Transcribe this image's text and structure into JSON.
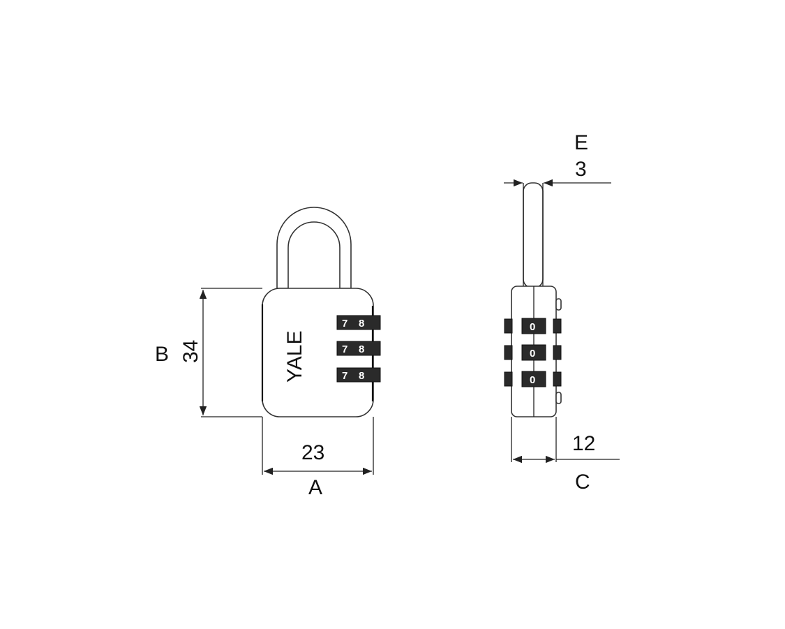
{
  "front_view": {
    "brand": "YALE",
    "wheel_digits": [
      [
        "7",
        "8"
      ],
      [
        "7",
        "8"
      ],
      [
        "7",
        "8"
      ]
    ],
    "dim_height": {
      "letter": "B",
      "value": "34"
    },
    "dim_width": {
      "letter": "A",
      "value": "23"
    }
  },
  "side_view": {
    "wheel_digits": [
      "0",
      "0",
      "0"
    ],
    "dim_shackle": {
      "letter": "E",
      "value": "3"
    },
    "dim_depth": {
      "letter": "C",
      "value": "12"
    }
  }
}
